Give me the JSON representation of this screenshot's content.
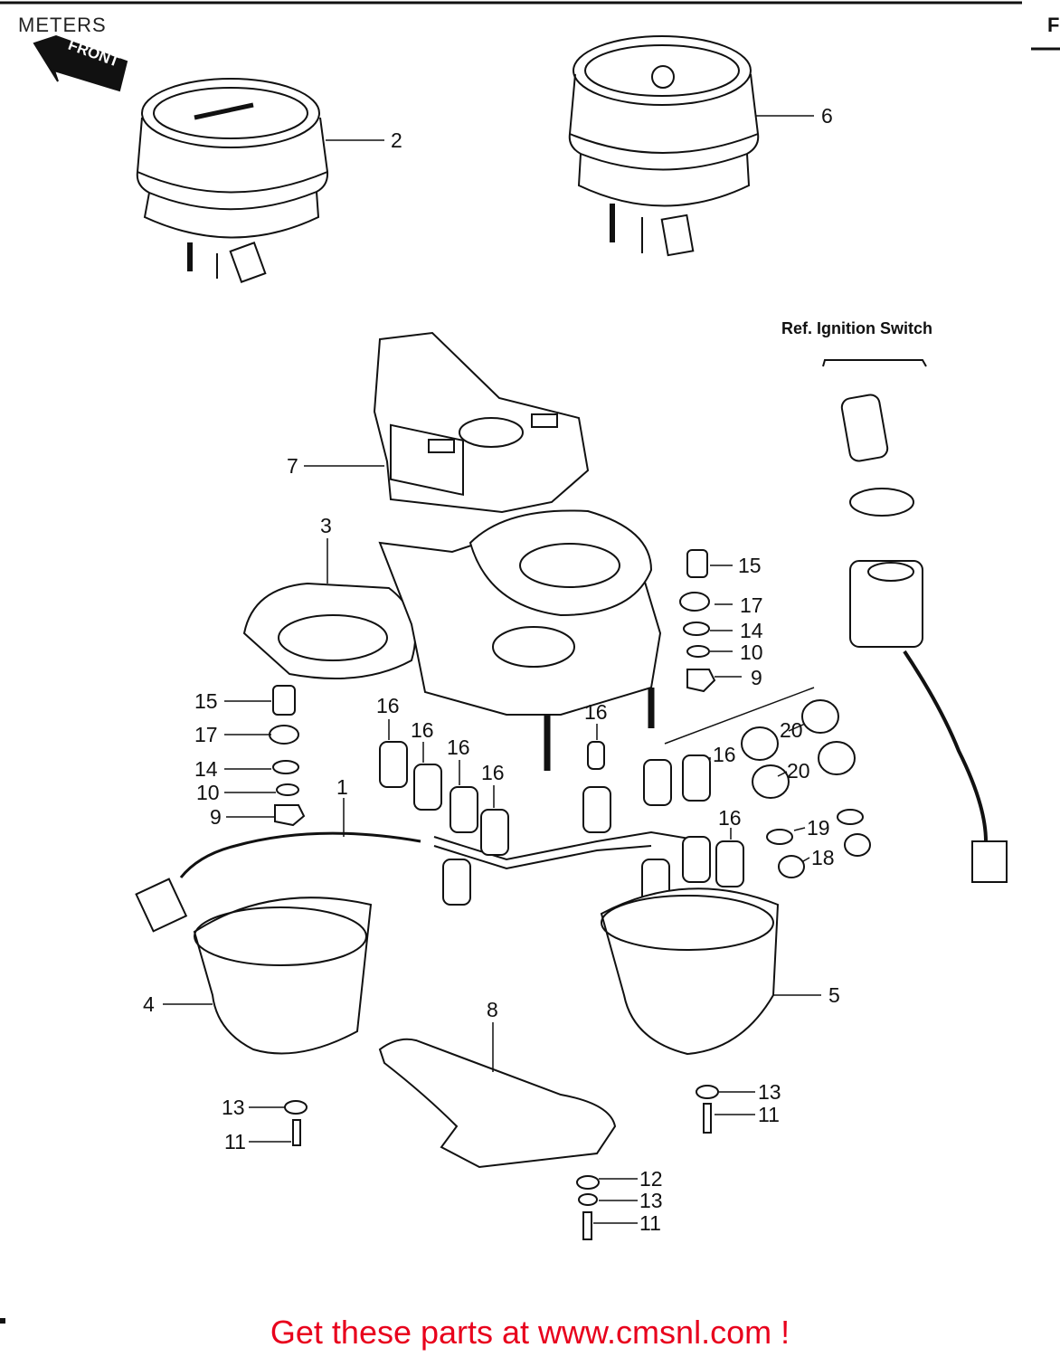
{
  "header": {
    "title": "METERS",
    "corner_mark": "F"
  },
  "front_arrow": {
    "label": "FRONT"
  },
  "reference": {
    "label": "Ref.  Ignition Switch"
  },
  "callouts": {
    "c1": "1",
    "c2": "2",
    "c3": "3",
    "c4": "4",
    "c5": "5",
    "c6": "6",
    "c7": "7",
    "c8": "8",
    "c9a": "9",
    "c9b": "9",
    "c10a": "10",
    "c10b": "10",
    "c11a": "11",
    "c11b": "11",
    "c11c": "11",
    "c12": "12",
    "c13a": "13",
    "c13b": "13",
    "c13c": "13",
    "c14a": "14",
    "c14b": "14",
    "c15a": "15",
    "c15b": "15",
    "c16a": "16",
    "c16b": "16",
    "c16c": "16",
    "c16d": "16",
    "c16e": "16",
    "c16f": "16",
    "c16g": "16",
    "c17a": "17",
    "c17b": "17",
    "c18": "18",
    "c19": "19",
    "c20a": "20",
    "c20b": "20"
  },
  "footer": {
    "text": "Get these parts at www.cmsnl.com !"
  },
  "colors": {
    "footer": "#e8001c",
    "line": "#111111"
  }
}
